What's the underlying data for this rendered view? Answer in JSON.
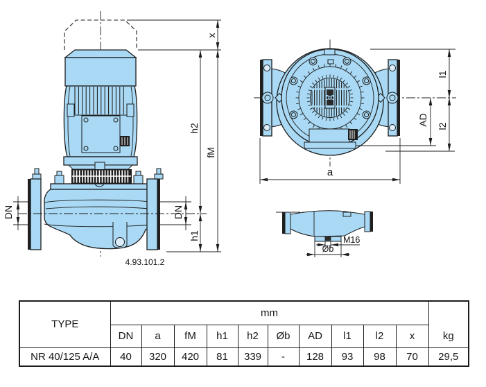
{
  "colors": {
    "body_fill": "#a9d9f4",
    "line": "#1c1c1c",
    "hole_fill": "#ddeefa",
    "dark_fill": "#1f1f1f"
  },
  "side_view": {
    "dims": {
      "x": "x",
      "h2": "h2",
      "fm": "fM",
      "h1": "h1",
      "dn_left": "DN",
      "dn_right": "DN"
    },
    "drawing_number": "4.93.101.2"
  },
  "front_view": {
    "dims": {
      "l1": "l1",
      "ad": "AD",
      "l2": "l2",
      "a": "a"
    }
  },
  "detail_view": {
    "dims": {
      "m16": "M16",
      "ob": "Øb"
    }
  },
  "table": {
    "type_header": "TYPE",
    "unit_header": "mm",
    "kg_header": "kg",
    "col_labels": [
      "DN",
      "a",
      "fM",
      "h1",
      "h2",
      "Øb",
      "AD",
      "l1",
      "l2",
      "x"
    ],
    "row": {
      "type": "NR 40/125 A/A",
      "values_mm": [
        "40",
        "320",
        "420",
        "81",
        "339",
        "-",
        "128",
        "93",
        "98",
        "70"
      ],
      "weight_kg": "29,5"
    }
  }
}
